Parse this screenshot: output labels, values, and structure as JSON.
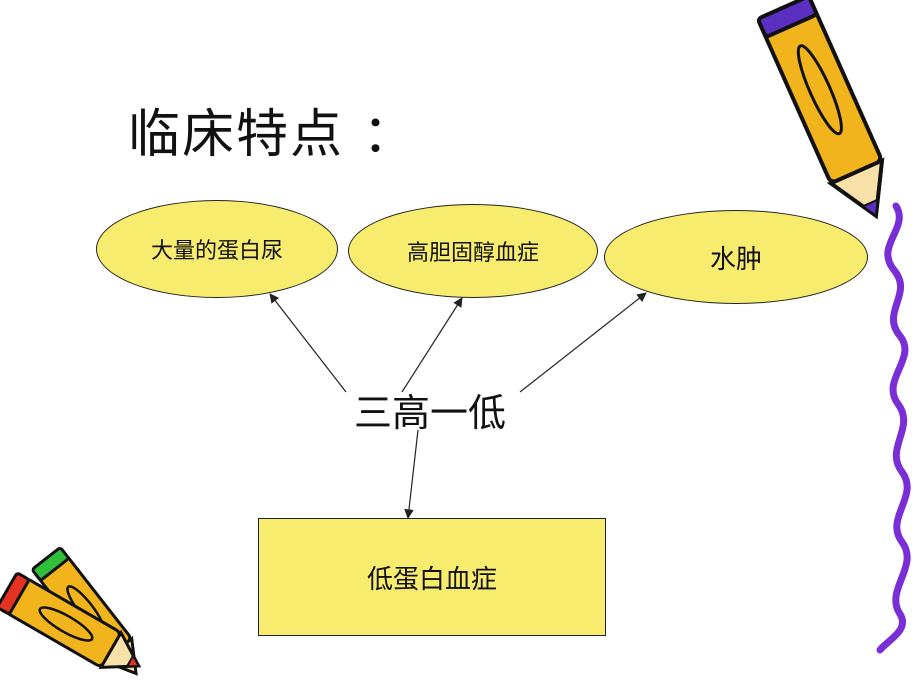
{
  "title": "临床特点 ：",
  "nodes": {
    "proteinuria": "大量的蛋白尿",
    "hypercholesterolemia": "高胆固醇血症",
    "edema": "水肿",
    "center": "三高一低",
    "hypoproteinemia": "低蛋白血症"
  },
  "colors": {
    "node_fill": "#f8ec6e",
    "pencil_body": "#f2b41c",
    "squiggle": "#7a2fd6"
  },
  "icons": [
    "pencil-icon",
    "pencil-icon",
    "pencil-icon",
    "squiggle-line"
  ]
}
